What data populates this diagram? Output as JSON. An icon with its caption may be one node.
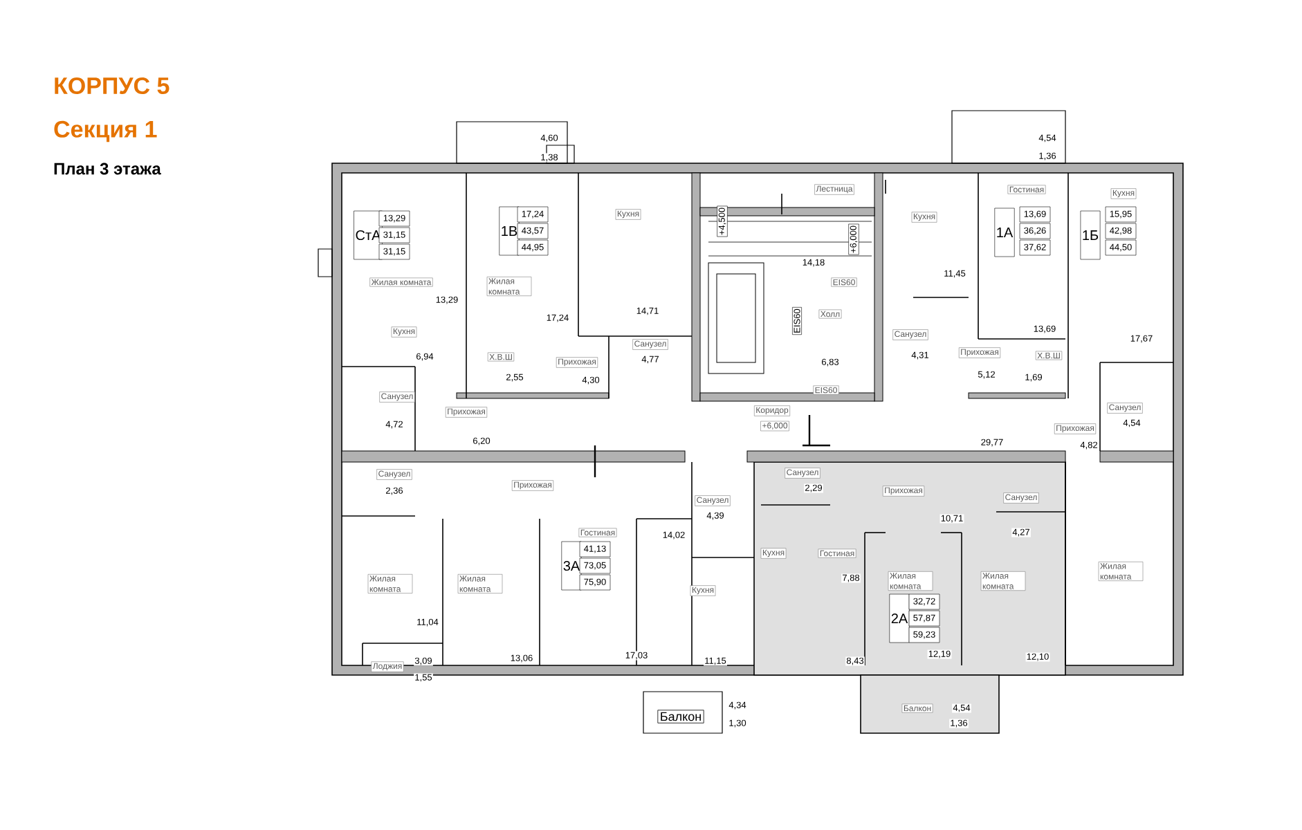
{
  "diagram": {
    "title": "КОРПУС 5",
    "labels": [
      "Секция 1",
      "План 3 этажа",
      "4,60",
      "1,38",
      "СтА",
      "13,29",
      "31,15",
      "31,15",
      "1В",
      "17,24",
      "43,57",
      "44,95",
      "Кухня",
      "Лестница",
      "+4,500",
      "+6,000",
      "Кухня",
      "Гостиная",
      "Кухня",
      "4,54",
      "1,36",
      "1А",
      "13,69",
      "36,26",
      "37,62",
      "1Б",
      "15,95",
      "42,98",
      "44,50",
      "14,18",
      "11,45",
      "EIS60",
      "Жилая комната",
      "Жилая комната",
      "13,29",
      "14,71",
      "17,24",
      "Холл",
      "EIS60",
      "13,69",
      "Кухня",
      "Санузел",
      "4,77",
      "Санузел",
      "17,67",
      "6,94",
      "Х.В.Ш",
      "Прихожая",
      "6,83",
      "4,31",
      "Прихожая",
      "Х.В.Ш",
      "2,55",
      "4,30",
      "5,12",
      "1,69",
      "EIS60",
      "Санузел",
      "Прихожая",
      "Коридор",
      "+6,000",
      "Санузел",
      "4,54",
      "4,72",
      "Прихожая",
      "6,20",
      "29,77",
      "4,82",
      "Санузел",
      "Санузел",
      "2,29",
      "Прихожая",
      "2,36",
      "Прихожая",
      "Санузел",
      "Санузел",
      "4,39",
      "10,71",
      "4,27",
      "14,02",
      "Гостиная",
      "3А",
      "41,13",
      "73,05",
      "75,90",
      "Кухня",
      "Гостиная",
      "Жилая комната",
      "7,88",
      "Жилая комната",
      "Жилая комната",
      "Кухня",
      "Жилая комната",
      "Жилая комната",
      "2А",
      "32,72",
      "57,87",
      "59,23",
      "11,04",
      "17,03",
      "12,19",
      "12,10",
      "13,06",
      "8,43",
      "3,09",
      "11,15",
      "Лоджия",
      "1,55",
      "4,34",
      "1,30",
      "Балкон",
      "4,54",
      "1,36",
      "Балкон"
    ]
  }
}
